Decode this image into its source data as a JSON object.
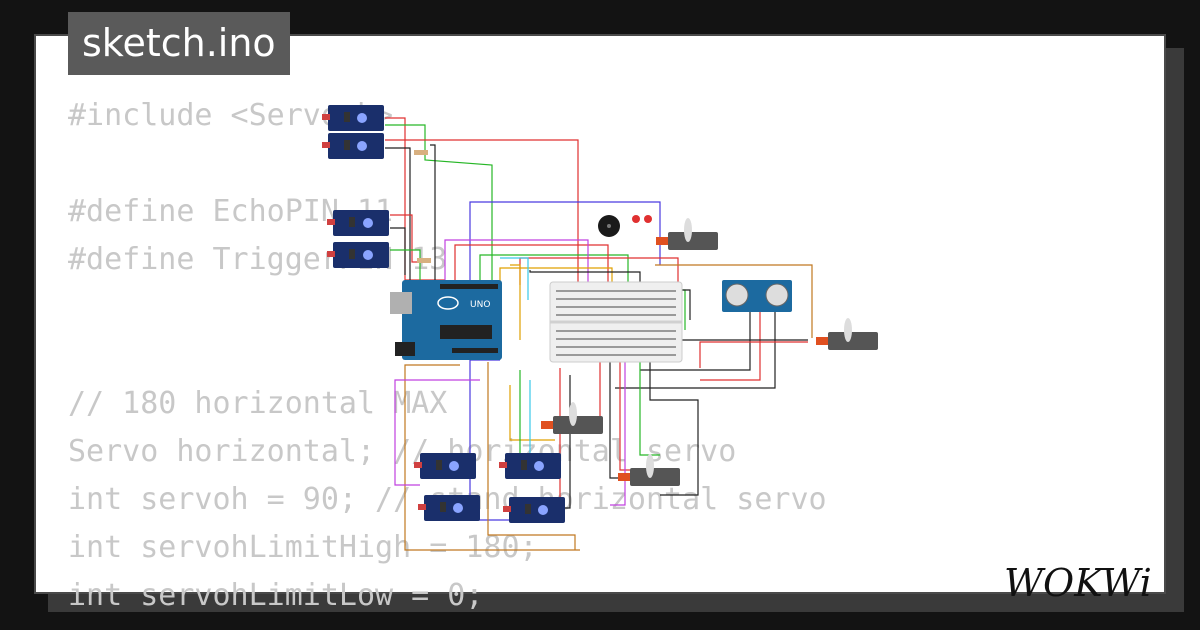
{
  "title": "sketch.ino",
  "code_lines": [
    "#include <Servo.h>",
    "",
    "#define EchoPIN 11",
    "#define TriggerPIN 13",
    "",
    "",
    "// 180 horizontal MAX",
    "Servo horizontal; // horizontal servo",
    "int servoh = 90; // stand horizontal servo",
    "int servohLimitHigh = 180;",
    "int servohLimitLow = 0;"
  ],
  "logo_text": "WOKWi",
  "board": {
    "label": "UNO"
  },
  "colors": {
    "background": "#131313",
    "card": "#ffffff",
    "title_tab": "#5a5a5a",
    "code_text": "#c8c8c8",
    "board": "#1c6aa0",
    "sensor_module": "#1a2f6b",
    "servo_body": "#555555",
    "breadboard": "#efefef"
  },
  "icons": [
    "ldr-module-icon",
    "arduino-uno-icon",
    "breadboard-icon",
    "servo-icon",
    "ultrasonic-sensor-icon",
    "buzzer-icon",
    "led-icon",
    "resistor-icon"
  ]
}
